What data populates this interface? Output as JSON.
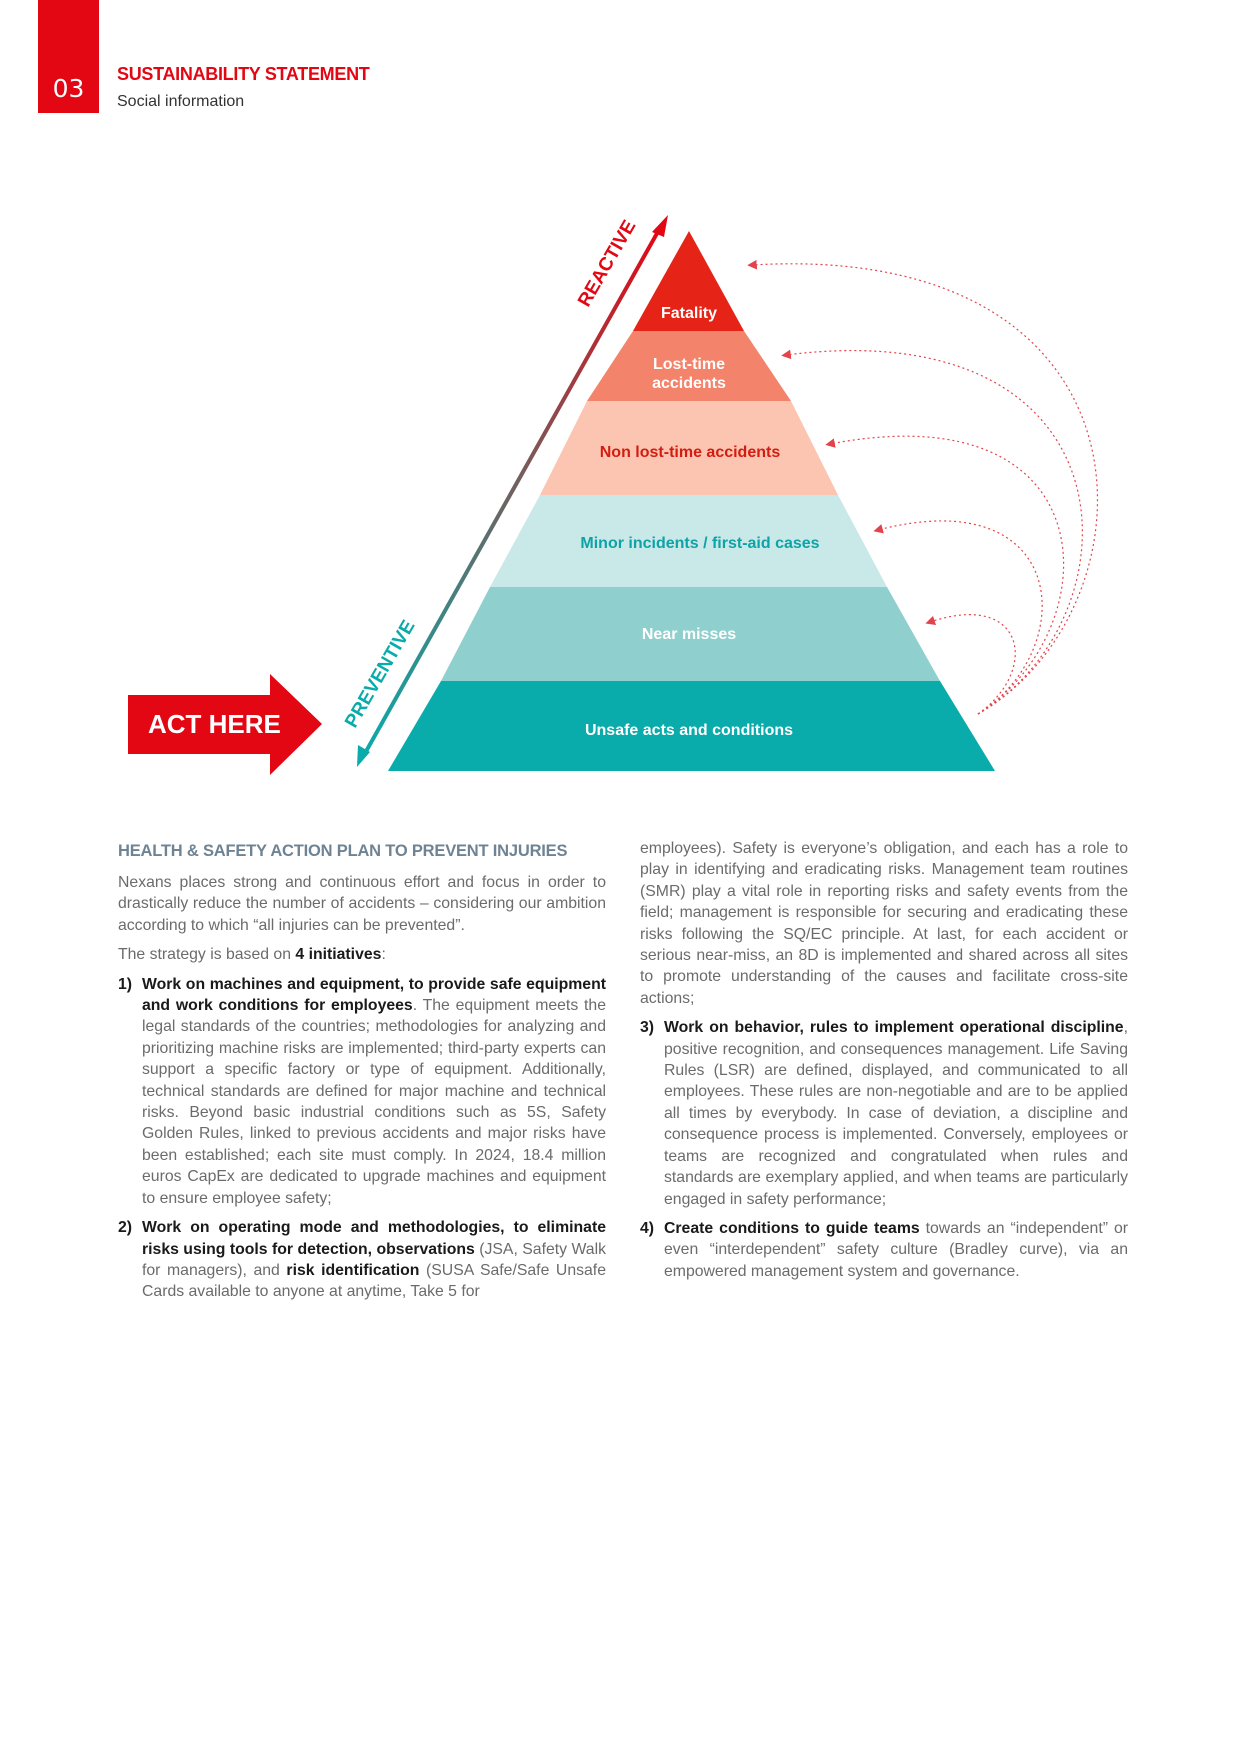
{
  "header": {
    "chapter": "03",
    "title": "SUSTAINABILITY STATEMENT",
    "subtitle": "Social information"
  },
  "pyramid": {
    "reactive_label": "REACTIVE",
    "preventive_label": "PREVENTIVE",
    "act_label": "ACT HERE",
    "levels": [
      {
        "label": "Fatality",
        "label2": "",
        "color": "#e52317",
        "text_color": "#ffffff"
      },
      {
        "label": "Lost-time",
        "label2": "accidents",
        "color": "#f3836a",
        "text_color": "#ffffff"
      },
      {
        "label": "Non lost-time accidents",
        "label2": "",
        "color": "#fbc5b1",
        "text_color": "#d31d12"
      },
      {
        "label": "Minor incidents / first-aid cases",
        "label2": "",
        "color": "#c9e8e8",
        "text_color": "#0ea3a6"
      },
      {
        "label": "Near misses",
        "label2": "",
        "color": "#8fd0cf",
        "text_color": "#ffffff"
      },
      {
        "label": "Unsafe acts and conditions",
        "label2": "",
        "color": "#0aabab",
        "text_color": "#ffffff"
      }
    ],
    "colors": {
      "red": "#e30613",
      "teal": "#0aabab",
      "arrow_dot": "#e3434a"
    }
  },
  "left": {
    "heading": "HEALTH & SAFETY ACTION PLAN TO PREVENT INJURIES",
    "intro": "Nexans places strong and continuous effort and focus in order to drastically reduce the number of accidents – considering our ambition according to which “all injuries can be prevented”.",
    "strategy_a": "The strategy is based on ",
    "strategy_b": "4 initiatives",
    "strategy_c": ":",
    "i1_num": "1)",
    "i1_bold": "Work on machines and equipment, to provide safe equipment and work conditions for employees",
    "i1_text": ". The equipment meets the legal standards of the countries; methodologies for analyzing and prioritizing machine risks are implemented; third-party experts can support a specific factory or type of equipment. Additionally, technical standards are defined for major machine and technical risks. Beyond basic industrial conditions such as 5S, Safety Golden Rules, linked to previous accidents and major risks have been established; each site must comply. In 2024, 18.4 million euros CapEx are dedicated to upgrade machines and equipment to ensure employee safety;",
    "i2_num": "2)",
    "i2_bold1": "Work on operating mode and methodologies, to eliminate risks using tools for detection, observations",
    "i2_text1": " (JSA, Safety Walk for managers), and ",
    "i2_bold2": "risk identification",
    "i2_text2": " (SUSA Safe/Safe Unsafe Cards available to anyone at anytime, Take 5 for"
  },
  "right": {
    "cont": "employees). Safety is everyone’s obligation, and each has a role to play in identifying and eradicating risks. Management team routines (SMR) play a vital role in reporting risks and safety events from the field; management is responsible for securing and eradicating these risks following the SQ/EC principle. At last, for each accident or serious near-miss, an 8D is implemented and shared across all sites to promote understanding of the causes and facilitate cross-site actions;",
    "i3_num": "3)",
    "i3_bold1": "Work on behavior, rules to implement operational discipline",
    "i3_text1": ", positive recognition, and consequences management. Life Saving Rules (LSR) are defined, displayed, and communicated to all employees. These rules are non-negotiable and are to be applied all times by everybody. In case of deviation, a discipline and consequence process is implemented. Conversely, employees or teams are recognized and congratulated when rules and standards are exemplary applied, and when teams are particularly engaged in safety performance;",
    "i4_num": "4)",
    "i4_bold": "Create conditions to guide teams",
    "i4_text": " towards an “independent” or even “interdependent” safety culture (Bradley curve), via an empowered management system and governance."
  }
}
